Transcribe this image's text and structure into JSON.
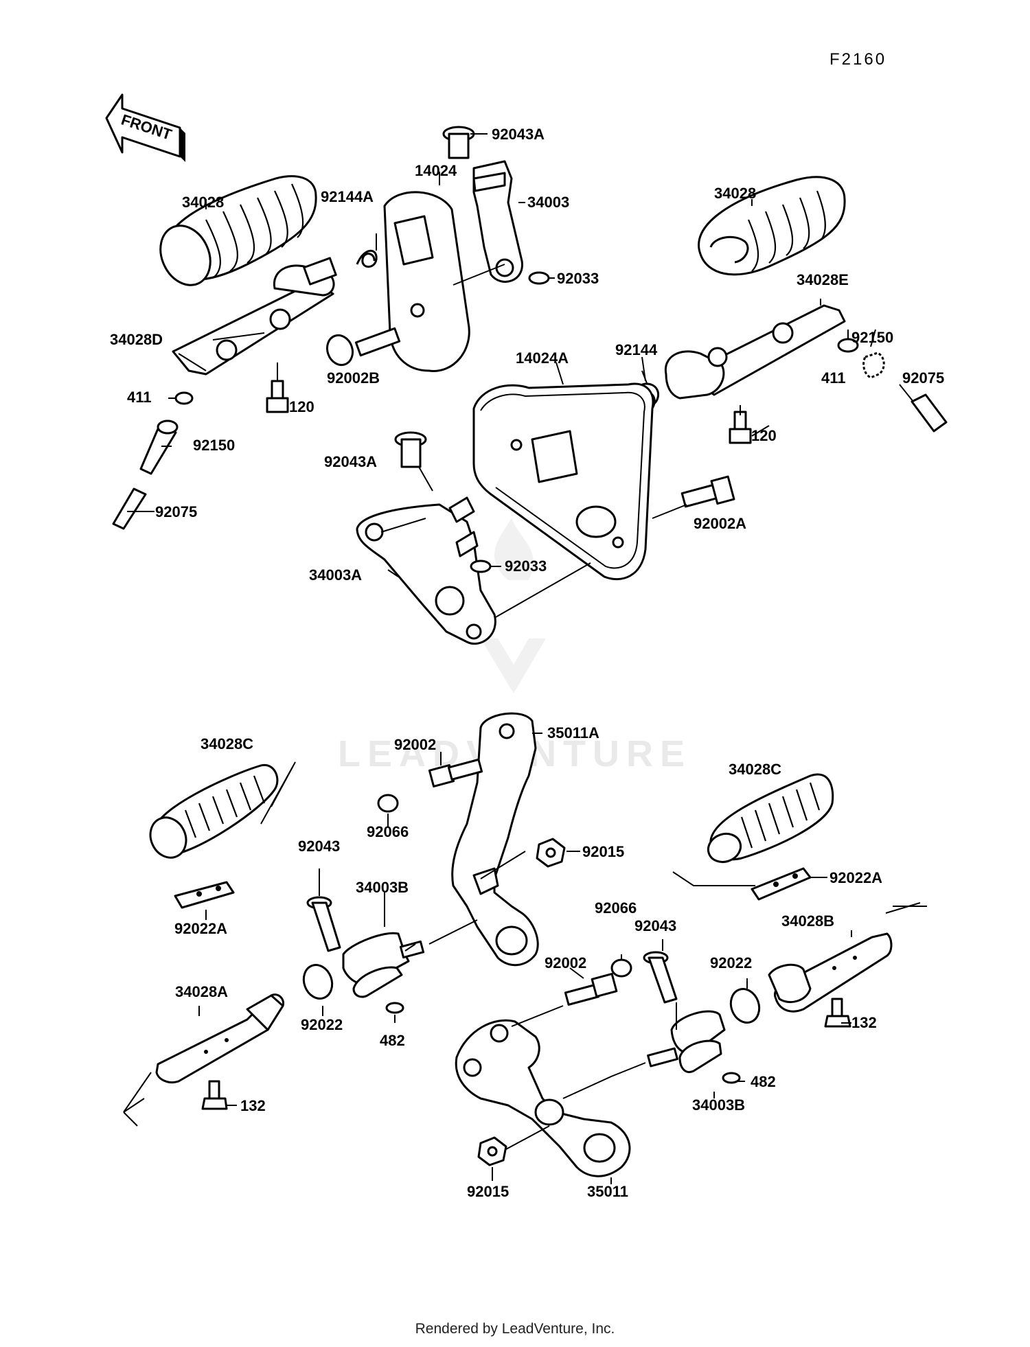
{
  "diagram": {
    "code": "F2160",
    "front_arrow_label": "FRONT",
    "watermark": "LEADVENTURE",
    "footer": "Rendered by LeadVenture, Inc.",
    "labels": [
      {
        "id": "l1",
        "text": "92043A"
      },
      {
        "id": "l2",
        "text": "14024"
      },
      {
        "id": "l3",
        "text": "34003"
      },
      {
        "id": "l4",
        "text": "34028"
      },
      {
        "id": "l5",
        "text": "92144A"
      },
      {
        "id": "l6",
        "text": "92033"
      },
      {
        "id": "l7",
        "text": "34028"
      },
      {
        "id": "l8",
        "text": "34028E"
      },
      {
        "id": "l9",
        "text": "34028D"
      },
      {
        "id": "l10",
        "text": "92002B"
      },
      {
        "id": "l11",
        "text": "92144"
      },
      {
        "id": "l12",
        "text": "92150"
      },
      {
        "id": "l13",
        "text": "14024A"
      },
      {
        "id": "l14",
        "text": "411"
      },
      {
        "id": "l15",
        "text": "92075"
      },
      {
        "id": "l16",
        "text": "411"
      },
      {
        "id": "l17",
        "text": "120"
      },
      {
        "id": "l18",
        "text": "120"
      },
      {
        "id": "l19",
        "text": "92150"
      },
      {
        "id": "l20",
        "text": "92043A"
      },
      {
        "id": "l21",
        "text": "92075"
      },
      {
        "id": "l22",
        "text": "92002A"
      },
      {
        "id": "l23",
        "text": "92033"
      },
      {
        "id": "l24",
        "text": "34003A"
      },
      {
        "id": "l25",
        "text": "35011A"
      },
      {
        "id": "l26",
        "text": "34028C"
      },
      {
        "id": "l27",
        "text": "92002"
      },
      {
        "id": "l28",
        "text": "34028C"
      },
      {
        "id": "l29",
        "text": "92066"
      },
      {
        "id": "l30",
        "text": "92015"
      },
      {
        "id": "l31",
        "text": "92043"
      },
      {
        "id": "l32",
        "text": "34003B"
      },
      {
        "id": "l33",
        "text": "92022A"
      },
      {
        "id": "l34",
        "text": "92022A"
      },
      {
        "id": "l35",
        "text": "92066"
      },
      {
        "id": "l36",
        "text": "92043"
      },
      {
        "id": "l37",
        "text": "34028B"
      },
      {
        "id": "l38",
        "text": "92002"
      },
      {
        "id": "l39",
        "text": "92022"
      },
      {
        "id": "l40",
        "text": "34028A"
      },
      {
        "id": "l41",
        "text": "92022"
      },
      {
        "id": "l42",
        "text": "482"
      },
      {
        "id": "l43",
        "text": "132"
      },
      {
        "id": "l44",
        "text": "482"
      },
      {
        "id": "l45",
        "text": "34003B"
      },
      {
        "id": "l46",
        "text": "132"
      },
      {
        "id": "l47",
        "text": "92015"
      },
      {
        "id": "l48",
        "text": "35011"
      }
    ]
  }
}
